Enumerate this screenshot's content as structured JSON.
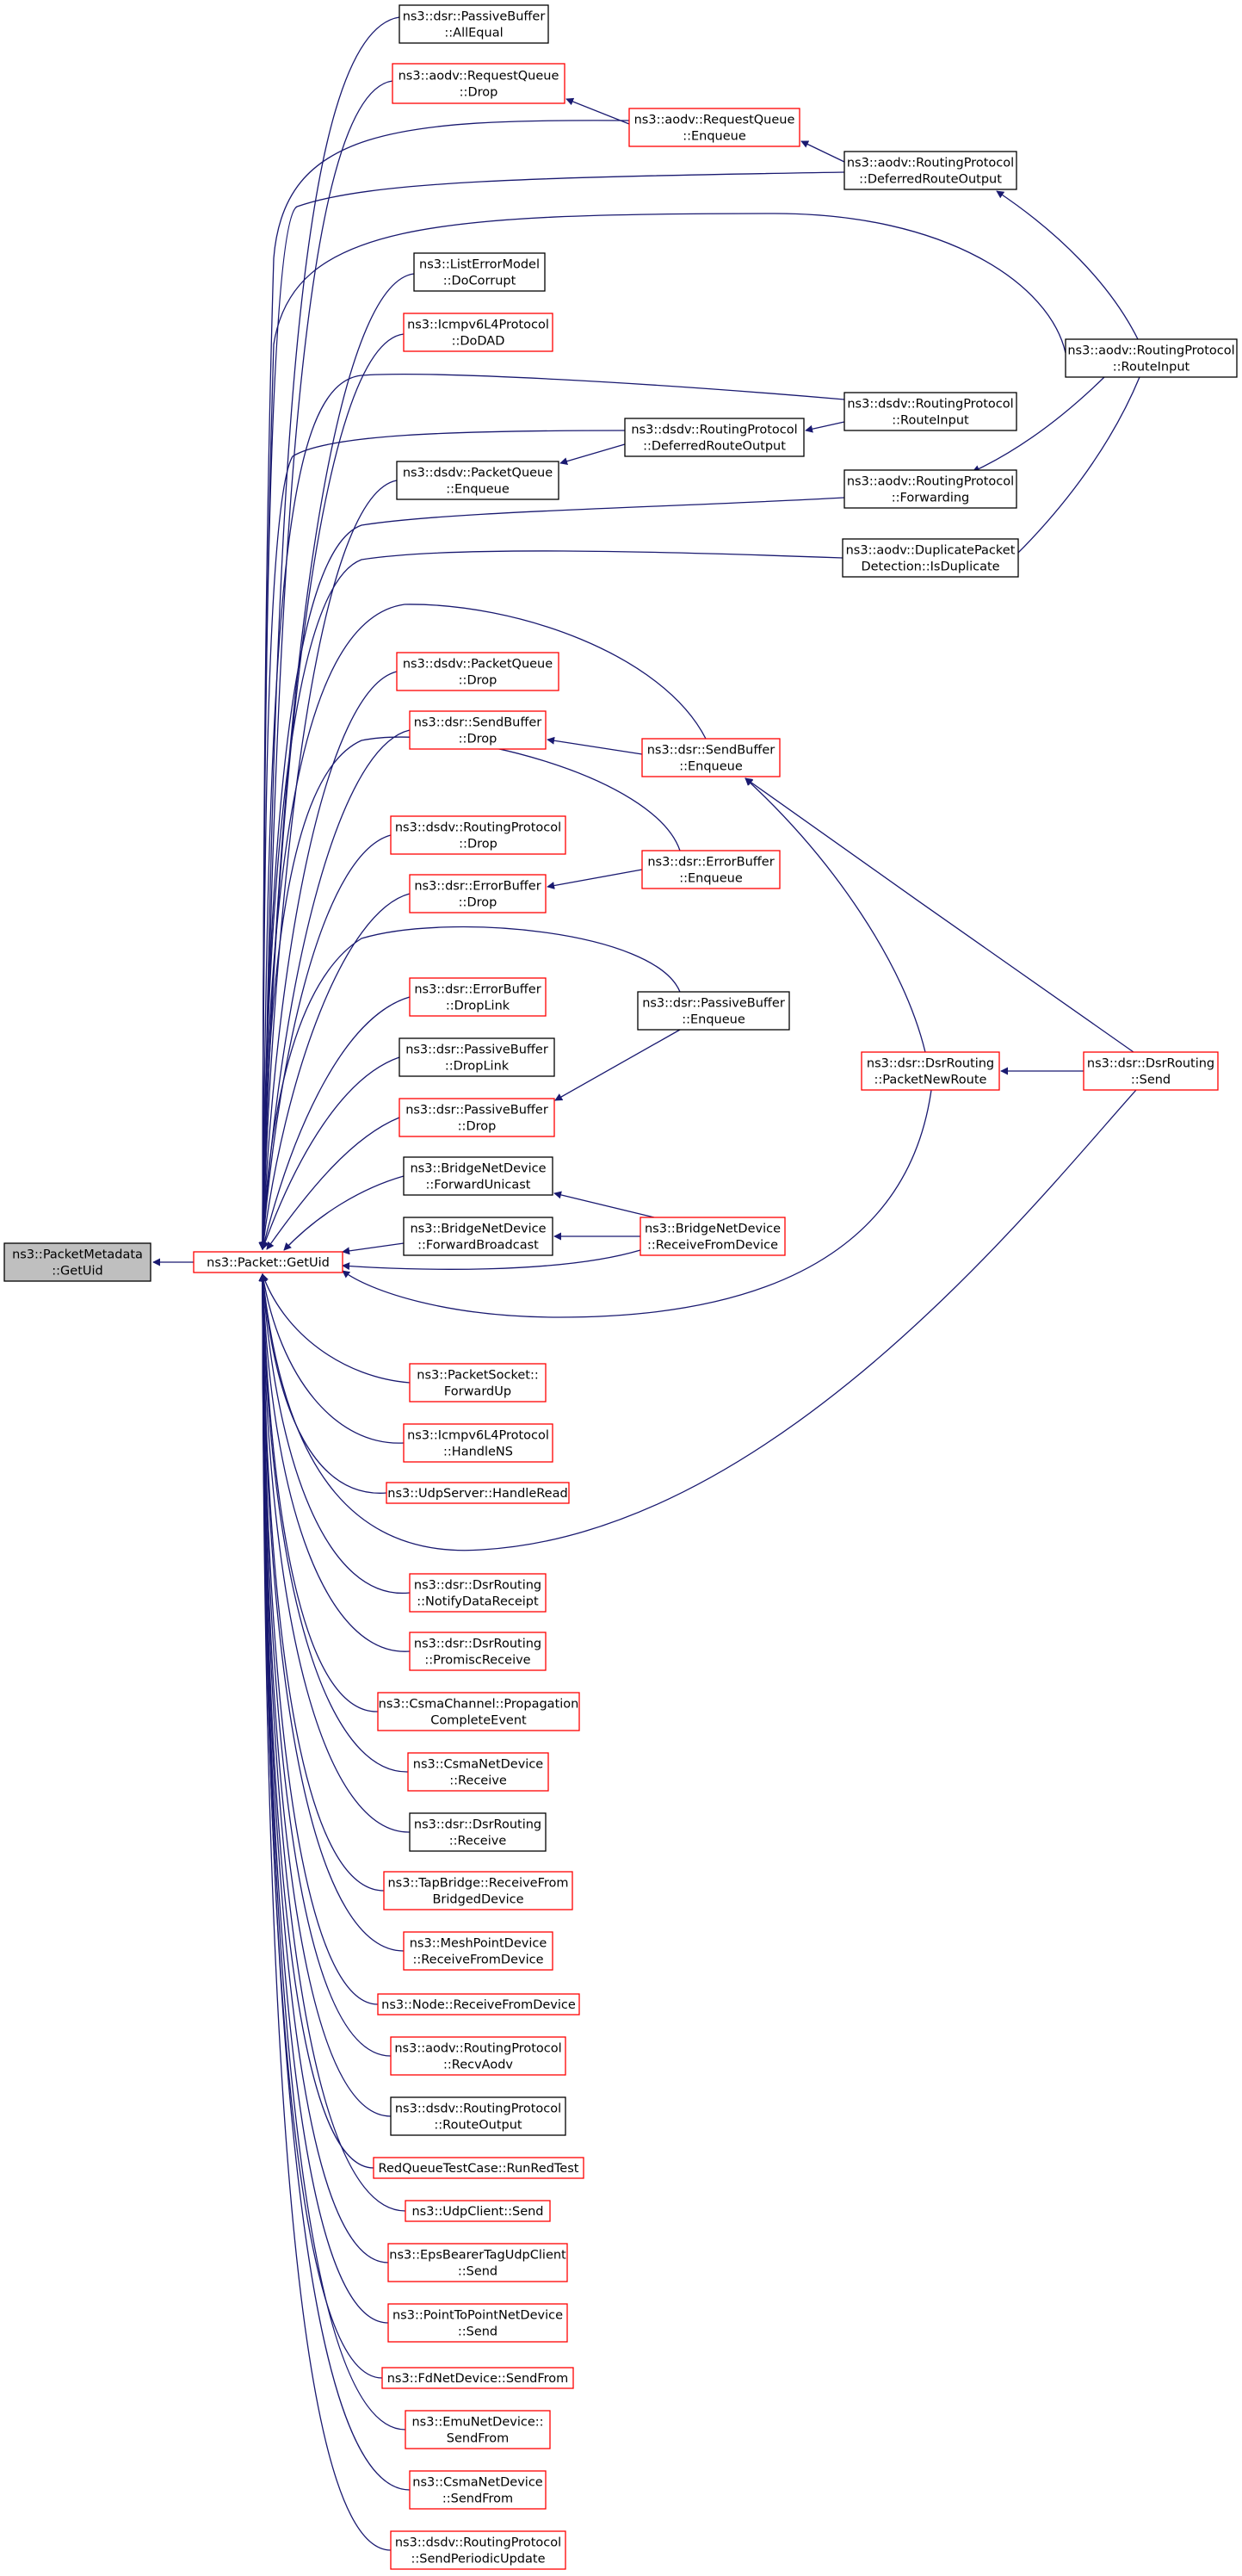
{
  "graph": {
    "colors": {
      "edge": "#191970",
      "node_fill": "#ffffff",
      "node_fill_focus": "#bfbfbf",
      "border_documented": "#000000",
      "border_undocumented": "#ff0000",
      "text": "#000000"
    },
    "nodes": [
      {
        "id": "root",
        "lines": [
          "ns3::PacketMetadata",
          "::GetUid"
        ],
        "border": "black",
        "focus": true
      },
      {
        "id": "getuid",
        "lines": [
          "ns3::Packet::GetUid"
        ],
        "border": "red"
      },
      {
        "id": "n0",
        "lines": [
          "ns3::dsr::PassiveBuffer",
          "::AllEqual"
        ],
        "border": "black"
      },
      {
        "id": "n1",
        "lines": [
          "ns3::aodv::RequestQueue",
          "::Drop"
        ],
        "border": "red"
      },
      {
        "id": "n2",
        "lines": [
          "ns3::ListErrorModel",
          "::DoCorrupt"
        ],
        "border": "black"
      },
      {
        "id": "n3",
        "lines": [
          "ns3::Icmpv6L4Protocol",
          "::DoDAD"
        ],
        "border": "red"
      },
      {
        "id": "n4",
        "lines": [
          "ns3::dsdv::PacketQueue",
          "::Enqueue"
        ],
        "border": "black"
      },
      {
        "id": "n5",
        "lines": [
          "ns3::dsdv::PacketQueue",
          "::Drop"
        ],
        "border": "red"
      },
      {
        "id": "n6",
        "lines": [
          "ns3::dsr::SendBuffer",
          "::Drop"
        ],
        "border": "red"
      },
      {
        "id": "n7",
        "lines": [
          "ns3::dsdv::RoutingProtocol",
          "::Drop"
        ],
        "border": "red"
      },
      {
        "id": "n8",
        "lines": [
          "ns3::dsr::ErrorBuffer",
          "::Drop"
        ],
        "border": "red"
      },
      {
        "id": "n9",
        "lines": [
          "ns3::dsr::ErrorBuffer",
          "::DropLink"
        ],
        "border": "red"
      },
      {
        "id": "n10",
        "lines": [
          "ns3::dsr::PassiveBuffer",
          "::DropLink"
        ],
        "border": "black"
      },
      {
        "id": "n11",
        "lines": [
          "ns3::dsr::PassiveBuffer",
          "::Drop"
        ],
        "border": "red"
      },
      {
        "id": "n12",
        "lines": [
          "ns3::BridgeNetDevice",
          "::ForwardUnicast"
        ],
        "border": "black"
      },
      {
        "id": "n13",
        "lines": [
          "ns3::BridgeNetDevice",
          "::ForwardBroadcast"
        ],
        "border": "black"
      },
      {
        "id": "n14",
        "lines": [
          "ns3::PacketSocket::",
          "ForwardUp"
        ],
        "border": "red"
      },
      {
        "id": "n15",
        "lines": [
          "ns3::Icmpv6L4Protocol",
          "::HandleNS"
        ],
        "border": "red"
      },
      {
        "id": "n16",
        "lines": [
          "ns3::UdpServer::HandleRead"
        ],
        "border": "red"
      },
      {
        "id": "n17",
        "lines": [
          "ns3::dsr::DsrRouting",
          "::NotifyDataReceipt"
        ],
        "border": "red"
      },
      {
        "id": "n18",
        "lines": [
          "ns3::dsr::DsrRouting",
          "::PromiscReceive"
        ],
        "border": "red"
      },
      {
        "id": "n19",
        "lines": [
          "ns3::CsmaChannel::Propagation",
          "CompleteEvent"
        ],
        "border": "red"
      },
      {
        "id": "n20",
        "lines": [
          "ns3::CsmaNetDevice",
          "::Receive"
        ],
        "border": "red"
      },
      {
        "id": "n21",
        "lines": [
          "ns3::dsr::DsrRouting",
          "::Receive"
        ],
        "border": "black"
      },
      {
        "id": "n22",
        "lines": [
          "ns3::TapBridge::ReceiveFrom",
          "BridgedDevice"
        ],
        "border": "red"
      },
      {
        "id": "n23",
        "lines": [
          "ns3::MeshPointDevice",
          "::ReceiveFromDevice"
        ],
        "border": "red"
      },
      {
        "id": "n24",
        "lines": [
          "ns3::Node::ReceiveFromDevice"
        ],
        "border": "red"
      },
      {
        "id": "n25",
        "lines": [
          "ns3::aodv::RoutingProtocol",
          "::RecvAodv"
        ],
        "border": "red"
      },
      {
        "id": "n26",
        "lines": [
          "ns3::dsdv::RoutingProtocol",
          "::RouteOutput"
        ],
        "border": "black"
      },
      {
        "id": "n27",
        "lines": [
          "RedQueueTestCase::RunRedTest"
        ],
        "border": "red"
      },
      {
        "id": "n28",
        "lines": [
          "ns3::UdpClient::Send"
        ],
        "border": "red"
      },
      {
        "id": "n29",
        "lines": [
          "ns3::EpsBearerTagUdpClient",
          "::Send"
        ],
        "border": "red"
      },
      {
        "id": "n30",
        "lines": [
          "ns3::PointToPointNetDevice",
          "::Send"
        ],
        "border": "red"
      },
      {
        "id": "n31",
        "lines": [
          "ns3::FdNetDevice::SendFrom"
        ],
        "border": "red"
      },
      {
        "id": "n32",
        "lines": [
          "ns3::EmuNetDevice::",
          "SendFrom"
        ],
        "border": "red"
      },
      {
        "id": "n33",
        "lines": [
          "ns3::CsmaNetDevice",
          "::SendFrom"
        ],
        "border": "red"
      },
      {
        "id": "n34",
        "lines": [
          "ns3::dsdv::RoutingProtocol",
          "::SendPeriodicUpdate"
        ],
        "border": "red"
      },
      {
        "id": "rq_enq",
        "lines": [
          "ns3::aodv::RequestQueue",
          "::Enqueue"
        ],
        "border": "red"
      },
      {
        "id": "dsdv_dro",
        "lines": [
          "ns3::dsdv::RoutingProtocol",
          "::DeferredRouteOutput"
        ],
        "border": "black"
      },
      {
        "id": "sb_enq",
        "lines": [
          "ns3::dsr::SendBuffer",
          "::Enqueue"
        ],
        "border": "red"
      },
      {
        "id": "eb_enq",
        "lines": [
          "ns3::dsr::ErrorBuffer",
          "::Enqueue"
        ],
        "border": "red"
      },
      {
        "id": "pb_enq",
        "lines": [
          "ns3::dsr::PassiveBuffer",
          "::Enqueue"
        ],
        "border": "black"
      },
      {
        "id": "pnr",
        "lines": [
          "ns3::dsr::DsrRouting",
          "::PacketNewRoute"
        ],
        "border": "red"
      },
      {
        "id": "bnd_rfd",
        "lines": [
          "ns3::BridgeNetDevice",
          "::ReceiveFromDevice"
        ],
        "border": "red"
      },
      {
        "id": "aodv_dro",
        "lines": [
          "ns3::aodv::RoutingProtocol",
          "::DeferredRouteOutput"
        ],
        "border": "black"
      },
      {
        "id": "dsdv_ri",
        "lines": [
          "ns3::dsdv::RoutingProtocol",
          "::RouteInput"
        ],
        "border": "black"
      },
      {
        "id": "aodv_fwd",
        "lines": [
          "ns3::aodv::RoutingProtocol",
          "::Forwarding"
        ],
        "border": "black"
      },
      {
        "id": "dpd",
        "lines": [
          "ns3::aodv::DuplicatePacket",
          "Detection::IsDuplicate"
        ],
        "border": "black"
      },
      {
        "id": "dsr_send",
        "lines": [
          "ns3::dsr::DsrRouting",
          "::Send"
        ],
        "border": "red"
      },
      {
        "id": "aodv_ri",
        "lines": [
          "ns3::aodv::RoutingProtocol",
          "::RouteInput"
        ],
        "border": "black"
      }
    ],
    "edges": [
      [
        "getuid",
        "root"
      ],
      [
        "n0",
        "getuid"
      ],
      [
        "n1",
        "getuid"
      ],
      [
        "n2",
        "getuid"
      ],
      [
        "n3",
        "getuid"
      ],
      [
        "n4",
        "getuid"
      ],
      [
        "n5",
        "getuid"
      ],
      [
        "n6",
        "getuid"
      ],
      [
        "n7",
        "getuid"
      ],
      [
        "n8",
        "getuid"
      ],
      [
        "n9",
        "getuid"
      ],
      [
        "n10",
        "getuid"
      ],
      [
        "n11",
        "getuid"
      ],
      [
        "n12",
        "getuid"
      ],
      [
        "n13",
        "getuid"
      ],
      [
        "n14",
        "getuid"
      ],
      [
        "n15",
        "getuid"
      ],
      [
        "n16",
        "getuid"
      ],
      [
        "n17",
        "getuid"
      ],
      [
        "n18",
        "getuid"
      ],
      [
        "n19",
        "getuid"
      ],
      [
        "n20",
        "getuid"
      ],
      [
        "n21",
        "getuid"
      ],
      [
        "n22",
        "getuid"
      ],
      [
        "n23",
        "getuid"
      ],
      [
        "n24",
        "getuid"
      ],
      [
        "n25",
        "getuid"
      ],
      [
        "n26",
        "getuid"
      ],
      [
        "n27",
        "getuid"
      ],
      [
        "n28",
        "getuid"
      ],
      [
        "n29",
        "getuid"
      ],
      [
        "n30",
        "getuid"
      ],
      [
        "n31",
        "getuid"
      ],
      [
        "n32",
        "getuid"
      ],
      [
        "n33",
        "getuid"
      ],
      [
        "n34",
        "getuid"
      ],
      [
        "rq_enq",
        "getuid"
      ],
      [
        "dsdv_dro",
        "getuid"
      ],
      [
        "sb_enq",
        "getuid"
      ],
      [
        "eb_enq",
        "getuid"
      ],
      [
        "pb_enq",
        "getuid"
      ],
      [
        "pnr",
        "getuid"
      ],
      [
        "bnd_rfd",
        "getuid"
      ],
      [
        "aodv_dro",
        "getuid"
      ],
      [
        "dsdv_ri",
        "getuid"
      ],
      [
        "aodv_fwd",
        "getuid"
      ],
      [
        "dpd",
        "getuid"
      ],
      [
        "dsr_send",
        "getuid"
      ],
      [
        "aodv_ri",
        "getuid"
      ],
      [
        "rq_enq",
        "n1"
      ],
      [
        "dsdv_dro",
        "n4"
      ],
      [
        "sb_enq",
        "n6"
      ],
      [
        "eb_enq",
        "n8"
      ],
      [
        "pb_enq",
        "n11"
      ],
      [
        "bnd_rfd",
        "n12"
      ],
      [
        "bnd_rfd",
        "n13"
      ],
      [
        "aodv_dro",
        "rq_enq"
      ],
      [
        "dsdv_ri",
        "dsdv_dro"
      ],
      [
        "pnr",
        "sb_enq"
      ],
      [
        "dsr_send",
        "sb_enq"
      ],
      [
        "dsr_send",
        "pnr"
      ],
      [
        "aodv_ri",
        "aodv_dro"
      ],
      [
        "aodv_ri",
        "aodv_fwd"
      ],
      [
        "aodv_ri",
        "dpd"
      ]
    ]
  }
}
